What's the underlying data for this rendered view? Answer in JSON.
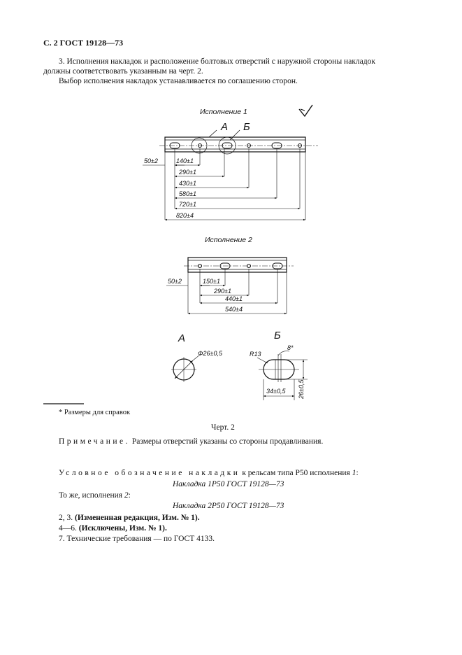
{
  "header": "С. 2 ГОСТ 19128—73",
  "clause3": {
    "line1": "3. Исполнения накладок и расположение болтовых отверстий с наружной стороны накладок",
    "line2": "должны соответствовать указанным на черт. 2.",
    "line3": "Выбор исполнения накладок устанавливается по соглашению сторон."
  },
  "drawing": {
    "v1": {
      "title": "Исполнение 1",
      "callout_a": "А",
      "callout_b": "Б",
      "dims": [
        "50±2",
        "140±1",
        "290±1",
        "430±1",
        "580±1",
        "720±1",
        "820±4"
      ]
    },
    "v2": {
      "title": "Исполнение 2",
      "dims": [
        "50±2",
        "150±1",
        "290±1",
        "440±1",
        "540±4"
      ]
    },
    "detail_a": {
      "label": "А",
      "dim": "Φ26±0,5"
    },
    "detail_b": {
      "label": "Б",
      "radius": "R13",
      "angle": "8*",
      "width": "34±0,5",
      "height": "26±0,5"
    }
  },
  "footnote": "* Размеры для справок",
  "caption": "Черт. 2",
  "note": {
    "label": "Примечание.",
    "text": "Размеры отверстий указаны со стороны продавливания."
  },
  "designation": {
    "spaced": "Условное обозначение накладки",
    "tail_start": "к рельсам типа Р50 исполнения ",
    "tail_num": "1",
    "tail_end": ":",
    "example1": "Накладка 1Р50 ГОСТ 19128—73",
    "same_start": "То же, исполнения ",
    "same_num": "2",
    "same_end": ":",
    "example2": "Накладка 2Р50 ГОСТ 19128—73"
  },
  "amend": {
    "l1a": "2, 3. ",
    "l1b": "(Измененная редакция, Изм. № 1).",
    "l2a": "4—6. ",
    "l2b": "(Исключены, Изм. № 1).",
    "l3": "7. Технические требования — по ГОСТ 4133."
  }
}
